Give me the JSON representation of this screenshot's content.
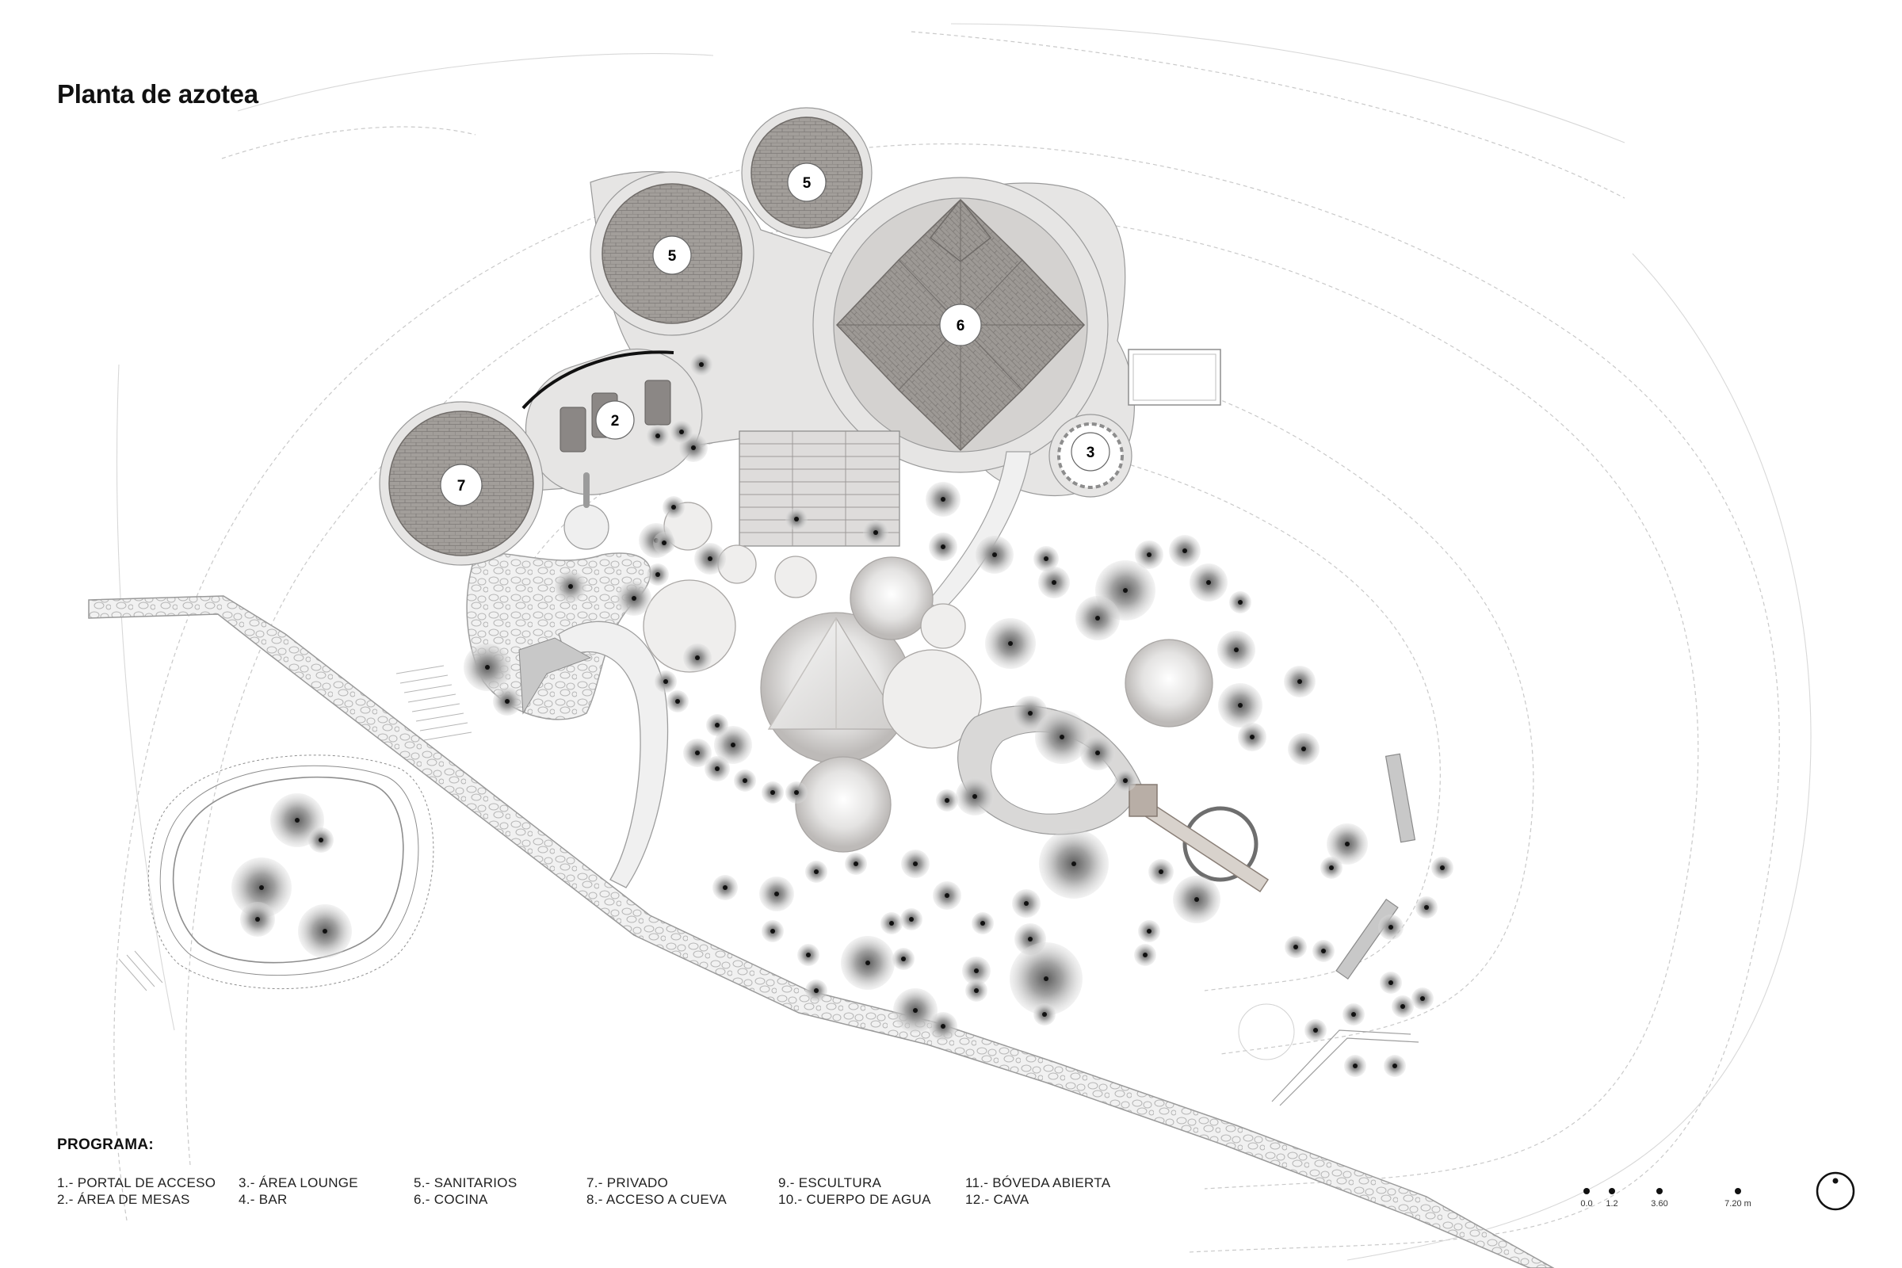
{
  "title": "Planta de azotea",
  "program": {
    "heading": "PROGRAMA:",
    "columns": [
      [
        "1.- PORTAL DE ACCESO",
        "2.- ÁREA DE MESAS"
      ],
      [
        "3.- ÁREA LOUNGE",
        "4.- BAR"
      ],
      [
        "5.- SANITARIOS",
        "6.- COCINA"
      ],
      [
        "7.- PRIVADO",
        "8.- ACCESO A CUEVA"
      ],
      [
        "9.- ESCULTURA",
        "10.- CUERPO DE AGUA"
      ],
      [
        "11.- BÓVEDA ABIERTA",
        "12.- CAVA"
      ]
    ]
  },
  "plan_labels": {
    "sanitarios_a": "5",
    "sanitarios_b": "5",
    "cocina": "6",
    "mesas": "2",
    "lounge": "3",
    "privado": "7"
  },
  "scale_bar": {
    "ticks": [
      "0.0",
      "1.2",
      "3.60",
      "7.20 m"
    ]
  },
  "colors": {
    "roof_tile": "#9a9693",
    "terrace": "#e7e6e5",
    "tree_dark": "#6b6b6b",
    "line": "#8d8d8d"
  }
}
